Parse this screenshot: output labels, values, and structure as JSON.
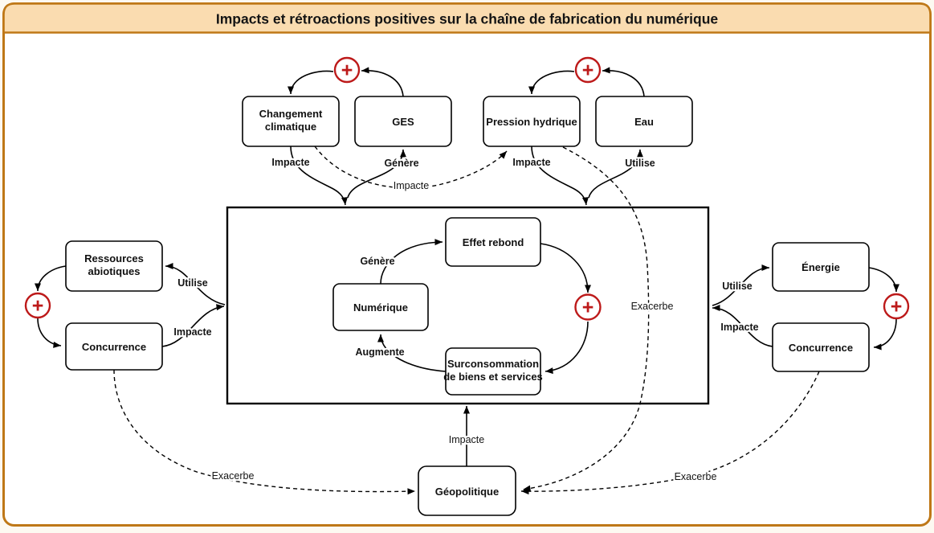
{
  "title": "Impacts et rétroactions positives sur la chaîne de fabrication du numérique",
  "colors": {
    "frame_border": "#bf7817",
    "frame_fill": "#fadcb0",
    "loop_red": "#bd1a1a"
  },
  "loop_sign": "+",
  "nodes": {
    "changement_climatique": {
      "lines": [
        "Changement",
        "climatique"
      ]
    },
    "ges": {
      "label": "GES"
    },
    "pression_hydrique": {
      "label": "Pression hydrique"
    },
    "eau": {
      "label": "Eau"
    },
    "ressources_abiotiques": {
      "lines": [
        "Ressources",
        "abiotiques"
      ]
    },
    "concurrence_gauche": {
      "label": "Concurrence"
    },
    "energie": {
      "label": "Énergie"
    },
    "concurrence_droite": {
      "label": "Concurrence"
    },
    "effet_rebond": {
      "label": "Effet rebond"
    },
    "numerique": {
      "label": "Numérique"
    },
    "surconsommation": {
      "lines": [
        "Surconsommation",
        "de biens et services"
      ]
    },
    "geopolitique": {
      "label": "Géopolitique"
    }
  },
  "edge_labels": {
    "impacte_changement": "Impacte",
    "genere_ges": "Génère",
    "impacte_pression": "Impacte",
    "utilise_eau": "Utilise",
    "impacte_dashed_haut": "Impacte",
    "utilise_ressources": "Utilise",
    "impacte_concurrence_gauche": "Impacte",
    "utilise_energie": "Utilise",
    "impacte_concurrence_droite": "Impacte",
    "genere_cycle": "Génère",
    "augmente_cycle": "Augmente",
    "exacerbe_pression": "Exacerbe",
    "exacerbe_gauche": "Exacerbe",
    "exacerbe_droite": "Exacerbe",
    "impacte_geopolitique": "Impacte"
  }
}
